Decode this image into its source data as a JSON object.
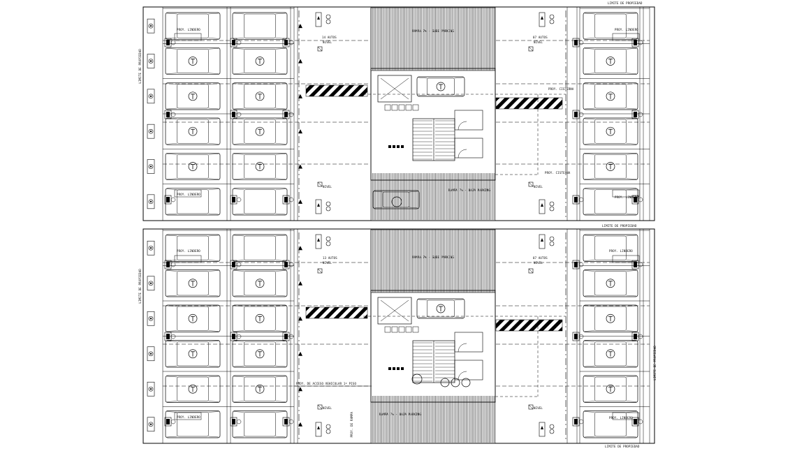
{
  "colors": {
    "background": "#ffffff",
    "ink": "#000000"
  },
  "plans": [
    {
      "name": "upper-plan",
      "property_limit_top": "LIMITE DE PROPIEDAD",
      "property_limit_left": "LIMITE DE PROPIEDAD",
      "left_count": "14 AUTOS",
      "right_count": "07 AUTOS",
      "ramp_label": "RAMPA 7% - SUBE PARKING",
      "ramp_label_bottom": "RAMPA 7% - BAJA PARKING",
      "level": "NIVEL",
      "pipe_label_1": "PROY. CISTERNA",
      "pipe_label_2": "PROY. CISTERNA",
      "note_left_top": "PROY. LINDERO",
      "note_left_bottom": "PROY. LINDERO",
      "note_right_top": "PROY. LINDERO",
      "note_right_bottom": "PROY. LINDERO"
    },
    {
      "name": "lower-plan",
      "property_limit_top": "LIMITE DE PROPIEDAD",
      "property_limit_left": "LIMITE DE PROPIEDAD",
      "property_limit_right": "LIMITE DE PROPIEDAD",
      "property_limit_bottom": "LIMITE DE PROPIEDAD",
      "left_count": "13 AUTOS",
      "right_count": "07 AUTOS",
      "ramp_label": "RAMPA 7% - SUBE PARKING",
      "ramp_label_bottom": "RAMPA 7% - BAJA PARKING",
      "level": "NIVEL",
      "access_note": "PROY. DE ACCESO VEHICULAR 1º PISO",
      "ramp_side_note": "PROY. DE RAMPA",
      "note_left_top": "PROY. LINDERO",
      "note_left_bottom": "PROY. LINDERO",
      "note_right_top": "PROY. LINDERO",
      "note_right_bottom": "PROY. LINDERO"
    }
  ]
}
